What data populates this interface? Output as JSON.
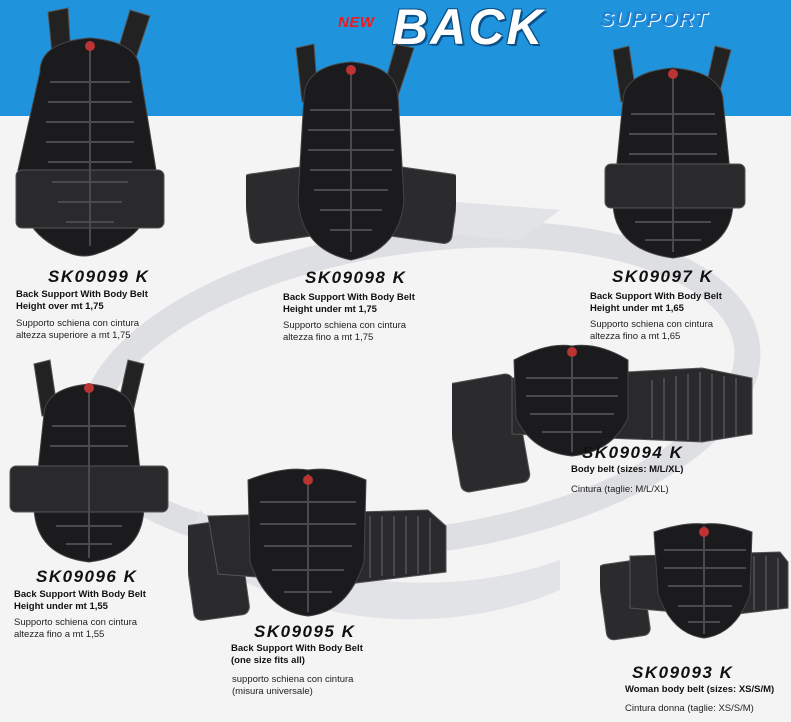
{
  "header": {
    "badge": "NEW",
    "title": "BACK",
    "subtitle": "SUPPORT"
  },
  "products": [
    {
      "id": "sk09099",
      "code": "SK09099 K",
      "desc_en": [
        "Back Support With Body Belt",
        "Height over mt 1,75"
      ],
      "desc_it": [
        "Supporto schiena con cintura",
        "altezza superiore a mt 1,75"
      ]
    },
    {
      "id": "sk09098",
      "code": "SK09098 K",
      "desc_en": [
        "Back Support With Body Belt",
        "Height under mt 1,75"
      ],
      "desc_it": [
        "Supporto schiena con cintura",
        "altezza fino a mt 1,75"
      ]
    },
    {
      "id": "sk09097",
      "code": "SK09097 K",
      "desc_en": [
        "Back Support With Body Belt",
        "Height under mt 1,65"
      ],
      "desc_it": [
        "Supporto schiena con cintura",
        "altezza fino a mt 1,65"
      ]
    },
    {
      "id": "sk09094",
      "code": "SK09094 K",
      "desc_en": [
        "Body belt (sizes: M/L/XL)"
      ],
      "desc_it": [
        "Cintura (taglie: M/L/XL)"
      ]
    },
    {
      "id": "sk09096",
      "code": "SK09096 K",
      "desc_en": [
        "Back Support With Body Belt",
        "Height under mt 1,55"
      ],
      "desc_it": [
        "Supporto schiena con cintura",
        "altezza fino a mt 1,55"
      ]
    },
    {
      "id": "sk09095",
      "code": "SK09095 K",
      "desc_en": [
        "Back Support With Body Belt",
        "(one size fits all)"
      ],
      "desc_it": [
        "supporto schiena con cintura",
        "(misura universale)"
      ]
    },
    {
      "id": "sk09093",
      "code": "SK09093 K",
      "desc_en": [
        "Woman body belt (sizes: XS/S/M)"
      ],
      "desc_it": [
        "Cintura donna  (taglie: XS/S/M)"
      ]
    }
  ],
  "colors": {
    "band": "#1f93dc",
    "new_badge": "#e81d1d",
    "product": "#1b1b1e"
  }
}
